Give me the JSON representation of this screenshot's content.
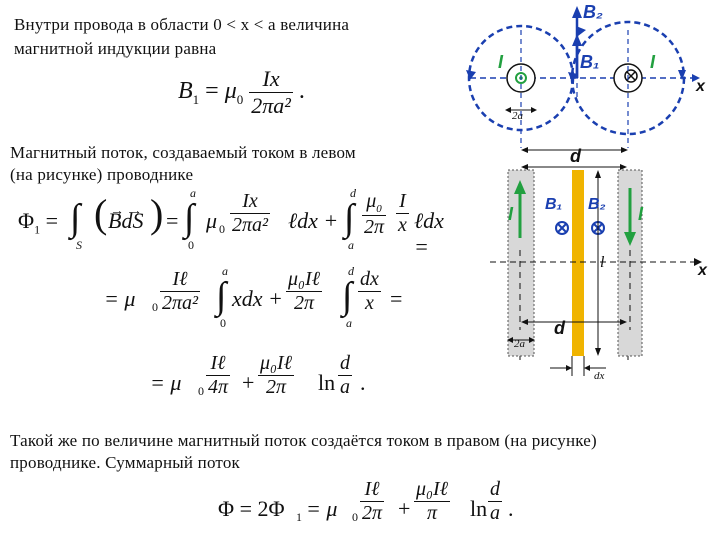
{
  "text": {
    "intro_line1": "Внутри провода в области 0 < x < a величина",
    "intro_line2": "магнитной индукции равна",
    "flux_line1": "Магнитный поток, создаваемый током в левом",
    "flux_line2": "(на рисунке) проводнике",
    "bottom_line1": "Такой же по величине магнитный поток создаётся током в правом (на рисунке)",
    "bottom_line2": "проводнике. Суммарный поток"
  },
  "formulas": {
    "b1": {
      "lhs": "B",
      "sub": "1",
      "eq": "=",
      "mu": "μ",
      "mu_sub": "0",
      "num": "Ix",
      "den": "2πa²",
      "end": "."
    },
    "phi_line1": {
      "lhs": "Φ",
      "sub": "1",
      "eq": "=",
      "int_S": "S",
      "vec": "BdS",
      "a": "a",
      "zero": "0",
      "d": "d",
      "mu": "μ",
      "mu_sub": "0",
      "num1": "Ix",
      "den1": "2πa²",
      "ldx": "ℓdx +",
      "num2a": "μ",
      "num2b": "I",
      "den2a": "2π",
      "den2b": "x",
      "ldx2": "ℓdx ="
    },
    "phi_line2": {
      "eq": "= μ",
      "mu_sub": "0",
      "num1": "Iℓ",
      "den1": "2πa²",
      "xdx": "xdx +",
      "num2": "μ₀Iℓ",
      "den2": "2π",
      "num3": "dx",
      "den3": "x",
      "end": "="
    },
    "phi_line3": {
      "eq": "= μ",
      "mu_sub": "0",
      "num1": "Iℓ",
      "den1": "4π",
      "plus": "+",
      "num2": "μ₀Iℓ",
      "den2": "2π",
      "ln": "ln",
      "num3": "d",
      "den3": "a",
      "end": "."
    },
    "phi_total": {
      "lhs": "Φ = 2Φ",
      "sub": "1",
      "eq": "= μ",
      "mu_sub": "0",
      "num1": "Iℓ",
      "den1": "2π",
      "plus": "+",
      "num2": "μ₀Iℓ",
      "den2": "π",
      "ln": "ln",
      "num3": "d",
      "den3": "a",
      "end": "."
    }
  },
  "diagram_top": {
    "label_B2": "B₂",
    "label_B1": "B₁",
    "label_I_left": "I",
    "label_I_right": "I",
    "label_x": "x",
    "label_2a": "2a",
    "label_d": "d"
  },
  "diagram_bottom": {
    "label_d_top": "d",
    "label_B1": "B₁",
    "label_B2": "B₂",
    "label_I_left": "I",
    "label_I_right": "I",
    "label_l": "l",
    "label_x": "x",
    "label_d_mid": "d",
    "label_2a": "2a",
    "label_dx": "dx"
  },
  "colors": {
    "field_lines": "#1a3fb0",
    "arrows": "#1a3fb0",
    "current_arrow": "#22a040",
    "strip": "#f0b400",
    "wire_fill": "#d8d8d8"
  }
}
